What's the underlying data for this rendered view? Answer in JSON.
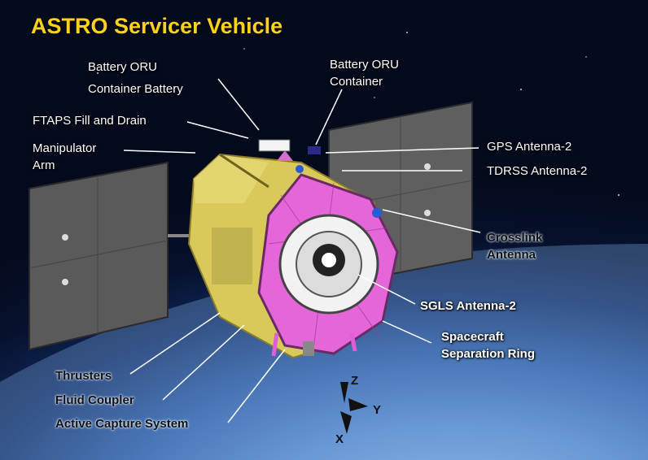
{
  "title": "ASTRO Servicer Vehicle",
  "labels": {
    "battery_oru_container_battery": [
      "Battery ORU",
      "Container Battery"
    ],
    "battery_oru_container": [
      "Battery ORU",
      "Container"
    ],
    "ftaps": "FTAPS Fill and Drain",
    "manipulator_arm": [
      "Manipulator",
      "Arm"
    ],
    "gps_antenna": "GPS Antenna-2",
    "tdrss_antenna": "TDRSS Antenna-2",
    "crosslink_antenna": [
      "Crosslink",
      "Antenna"
    ],
    "sgls_antenna": "SGLS Antenna-2",
    "separation_ring": [
      "Spacecraft",
      "Separation Ring"
    ],
    "thrusters": "Thrusters",
    "fluid_coupler": "Fluid Coupler",
    "active_capture": "Active Capture System"
  },
  "axes": {
    "z": "Z",
    "y": "Y",
    "x": "X"
  },
  "colors": {
    "title": "#ffd21a",
    "bus_body": "#d8c95a",
    "octagon_panel": "#e566d8",
    "solar_panel": "#5a5a5a"
  }
}
